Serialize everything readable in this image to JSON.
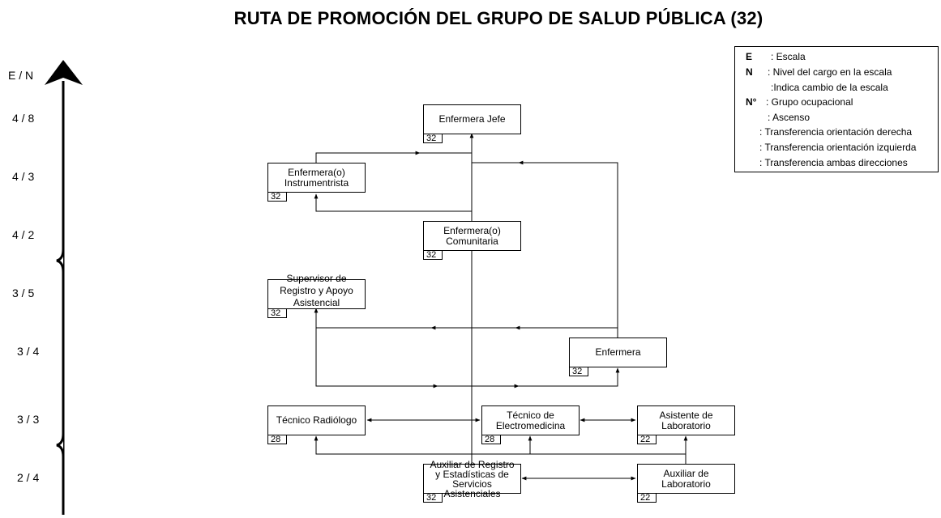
{
  "title": "RUTA DE PROMOCIÓN DEL GRUPO DE SALUD PÚBLICA (32)",
  "axis": {
    "header": "E / N",
    "levels": [
      "4 / 8",
      "4 / 3",
      "4 / 2",
      "3 / 5",
      "3 / 4",
      "3 / 3",
      "2 / 4"
    ]
  },
  "nodes": {
    "enfermera_jefe": {
      "lines": [
        "Enfermera Jefe"
      ],
      "group": "32"
    },
    "instrumentrista": {
      "lines": [
        "Enfermera(o)",
        "Instrumentrista"
      ],
      "group": "32"
    },
    "comunitaria": {
      "lines": [
        "Enfermera(o)",
        "Comunitaria"
      ],
      "group": "32"
    },
    "supervisor": {
      "lines": [
        "Supervisor de",
        "Registro y Apoyo",
        "Asistencial"
      ],
      "group": "32"
    },
    "enfermera": {
      "lines": [
        "Enfermera"
      ],
      "group": "32"
    },
    "radiologo": {
      "lines": [
        "Técnico Radiólogo"
      ],
      "group": "28"
    },
    "electromedicina": {
      "lines": [
        "Técnico de",
        "Electromedicina"
      ],
      "group": "28"
    },
    "asistente_lab": {
      "lines": [
        "Asistente de",
        "Laboratorio"
      ],
      "group": "22"
    },
    "auxiliar_registro": {
      "lines": [
        "Auxiliar de Registro",
        "y Estadísticas de",
        "Servicios",
        "Asistenciales"
      ],
      "group": "32"
    },
    "auxiliar_lab": {
      "lines": [
        "Auxiliar de",
        "Laboratorio"
      ],
      "group": "22"
    }
  },
  "legend": {
    "rows": [
      {
        "key": "E",
        "text": ": Escala"
      },
      {
        "key": "N",
        "text": ": Nivel del cargo en la escala"
      },
      {
        "key": "",
        "text": ":Indica cambio de la escala"
      },
      {
        "key": "N°",
        "text": ": Grupo ocupacional"
      },
      {
        "key": "",
        "text": ": Ascenso"
      },
      {
        "key": "",
        "text": ": Transferencia orientación derecha"
      },
      {
        "key": "",
        "text": ": Transferencia orientación izquierda"
      },
      {
        "key": "",
        "text": ": Transferencia ambas direcciones"
      }
    ]
  }
}
